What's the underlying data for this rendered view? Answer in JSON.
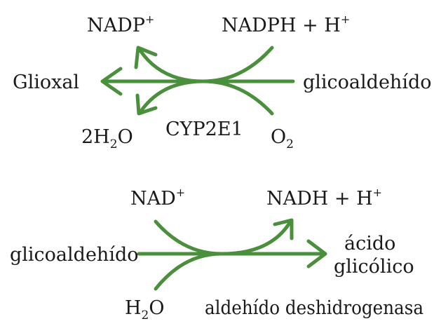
{
  "colors": {
    "arrow": "#4a8f3c",
    "text": "#1a1a1a"
  },
  "reaction1": {
    "cofactor_in": {
      "base": "NADP",
      "sup": "+"
    },
    "cofactor_out": {
      "base": "NADPH + H",
      "sup": "+"
    },
    "substrate": "glicoaldehído",
    "product": "Glioxal",
    "oxygen": {
      "base": "O",
      "sub": "2"
    },
    "water": {
      "pre": "2H",
      "sub": "2",
      "post": "O"
    },
    "enzyme": "CYP2E1"
  },
  "reaction2": {
    "cofactor_in": {
      "base": "NAD",
      "sup": "+"
    },
    "cofactor_out": {
      "base": "NADH + H",
      "sup": "+"
    },
    "substrate": "glicoaldehído",
    "product_line1": "ácido",
    "product_line2": "glicólico",
    "water": {
      "pre": "H",
      "sub": "2",
      "post": "O"
    },
    "enzyme": "aldehído deshidrogenasa"
  }
}
